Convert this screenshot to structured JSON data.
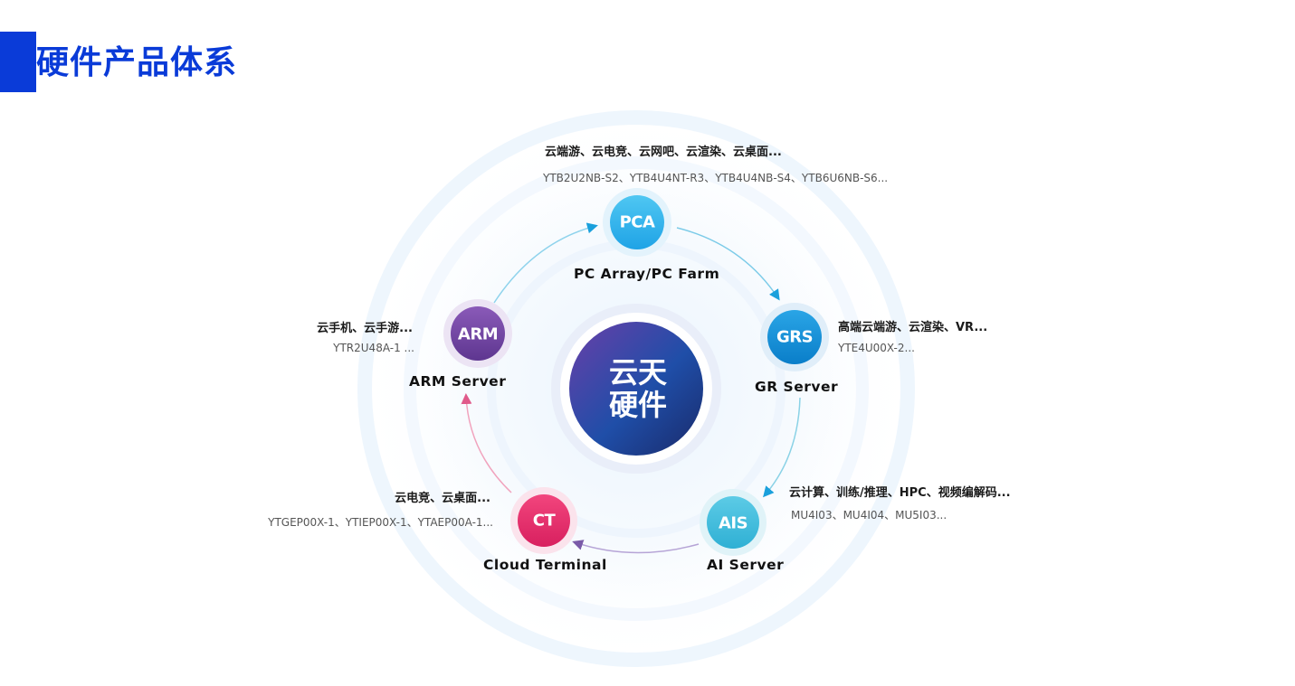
{
  "title": "硬件产品体系",
  "hub": {
    "label": "云天\n硬件"
  },
  "nodes": [
    {
      "id": "pca",
      "abbr": "PCA",
      "name": "PC Array/PC Farm",
      "uses": "云端游、云电竞、云网吧、云渲染、云桌面...",
      "models": "YTB2U2NB-S2、YTB4U4NT-R3、YTB4U4NB-S4、YTB6U6NB-S6...",
      "color": "#2bb3ec"
    },
    {
      "id": "grs",
      "abbr": "GRS",
      "name": "GR Server",
      "uses": "高端云端游、云渲染、VR...",
      "models": "YTE4U00X-2...",
      "color": "#1a8fd8"
    },
    {
      "id": "ais",
      "abbr": "AIS",
      "name": "AI Server",
      "uses": "云计算、训练/推理、HPC、视频编解码...",
      "models": "MU4I03、MU4I04、MU5I03...",
      "color": "#3fb9d9"
    },
    {
      "id": "ct",
      "abbr": "CT",
      "name": "Cloud Terminal",
      "uses": "云电竞、云桌面...",
      "models": "YTGEP00X-1、YTIEP00X-1、YTAEP00A-1...",
      "color": "#e8306f"
    },
    {
      "id": "arm",
      "abbr": "ARM",
      "name": "ARM Server",
      "uses": "云手机、云手游...",
      "models": "YTR2U48A-1 ...",
      "color": "#7b4aa8"
    }
  ]
}
